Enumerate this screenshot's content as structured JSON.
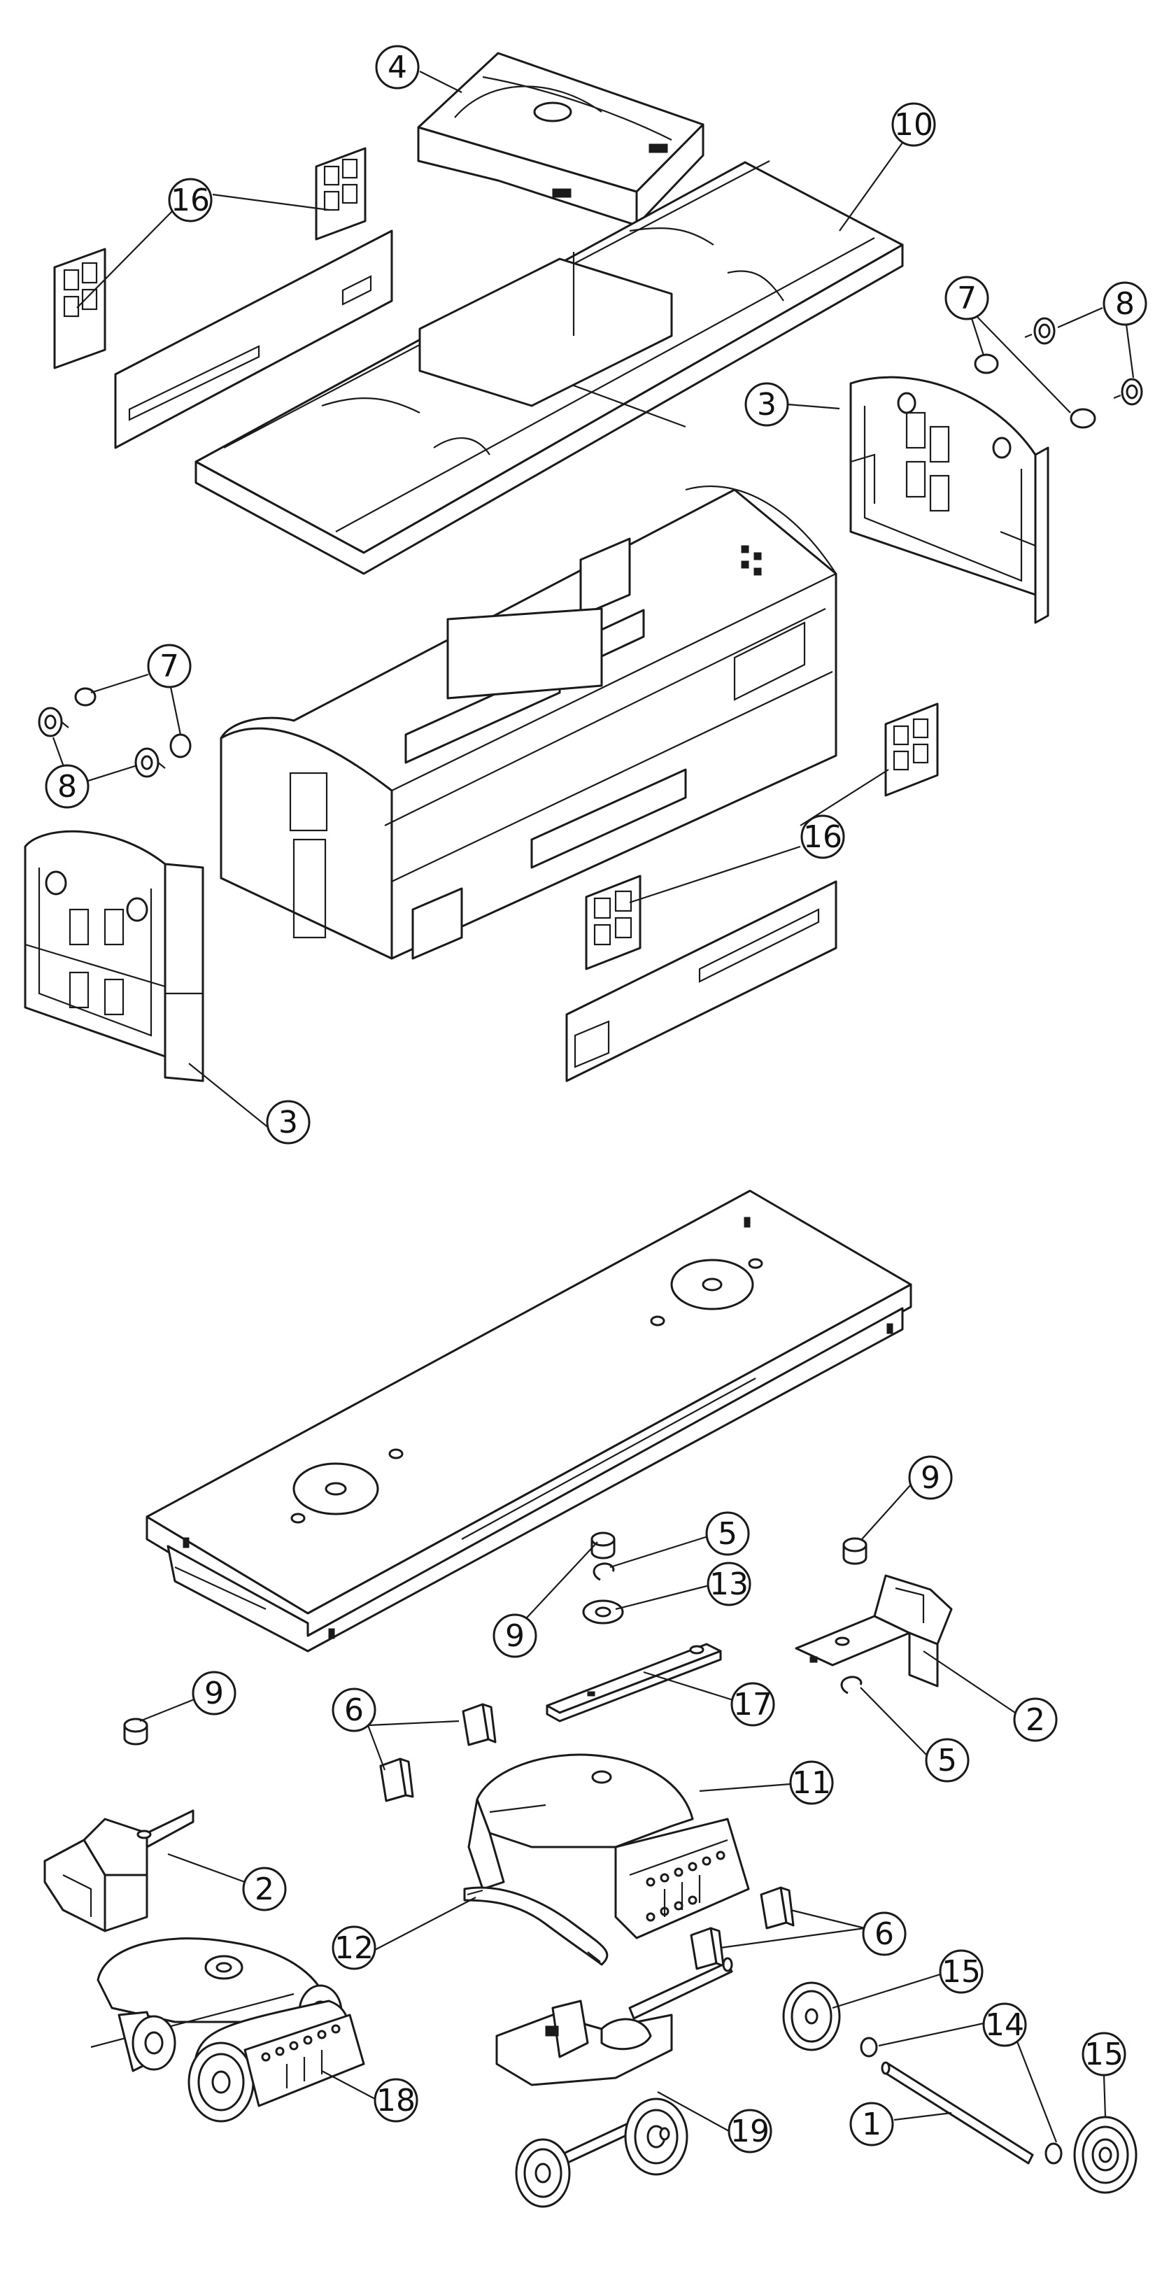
{
  "callouts": [
    {
      "label": "4"
    },
    {
      "label": "10"
    },
    {
      "label": "16"
    },
    {
      "label": "7"
    },
    {
      "label": "8"
    },
    {
      "label": "3"
    },
    {
      "label": "7"
    },
    {
      "label": "8"
    },
    {
      "label": "16"
    },
    {
      "label": "3"
    },
    {
      "label": "9"
    },
    {
      "label": "5"
    },
    {
      "label": "13"
    },
    {
      "label": "9"
    },
    {
      "label": "2"
    },
    {
      "label": "5"
    },
    {
      "label": "17"
    },
    {
      "label": "9"
    },
    {
      "label": "6"
    },
    {
      "label": "11"
    },
    {
      "label": "2"
    },
    {
      "label": "6"
    },
    {
      "label": "12"
    },
    {
      "label": "15"
    },
    {
      "label": "14"
    },
    {
      "label": "15"
    },
    {
      "label": "18"
    },
    {
      "label": "19"
    },
    {
      "label": "1"
    }
  ]
}
